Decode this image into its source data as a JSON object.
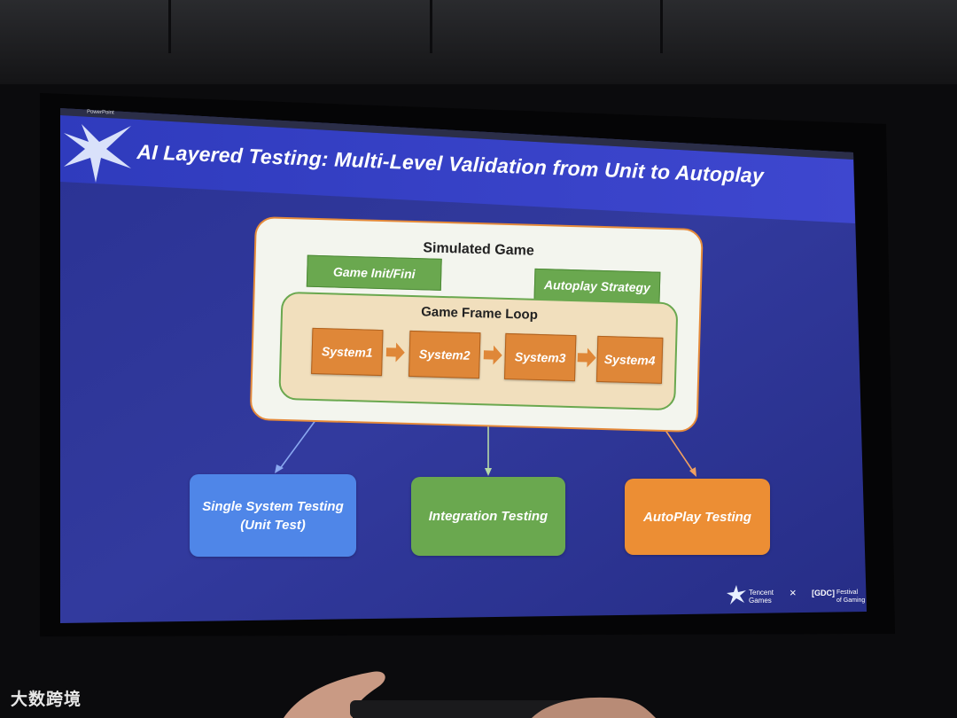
{
  "slide": {
    "title": "AI Layered Testing: Multi-Level Validation from Unit to Autoplay",
    "menubar_app": "PowerPoint",
    "simulated_game": {
      "title": "Simulated Game",
      "init_label": "Game Init/Fini",
      "strategy_label": "Autoplay Strategy",
      "frame_loop": {
        "title": "Game Frame Loop",
        "systems": [
          "System1",
          "System2",
          "System3",
          "System4"
        ]
      }
    },
    "testing_levels": [
      {
        "label_line1": "Single System Testing",
        "label_line2": "(Unit Test)",
        "color": "#4f86e8"
      },
      {
        "label_line1": "Integration Testing",
        "label_line2": "",
        "color": "#6aa84f"
      },
      {
        "label_line1": "AutoPlay Testing",
        "label_line2": "",
        "color": "#ec8e34"
      }
    ],
    "footer": {
      "tencent_line1": "Tencent",
      "tencent_line2": "Games",
      "separator": "×",
      "gdc_badge": "[GDC]",
      "gdc_line1": "Festival",
      "gdc_line2": "of Gaming"
    },
    "colors": {
      "slide_bg": "#2e3596",
      "header_band": "#3841c4",
      "arrow_blue": "#8aa8f0",
      "arrow_green": "#b5d9a6",
      "arrow_orange": "#f0a060"
    }
  },
  "watermark": {
    "text": "大数跨境"
  }
}
